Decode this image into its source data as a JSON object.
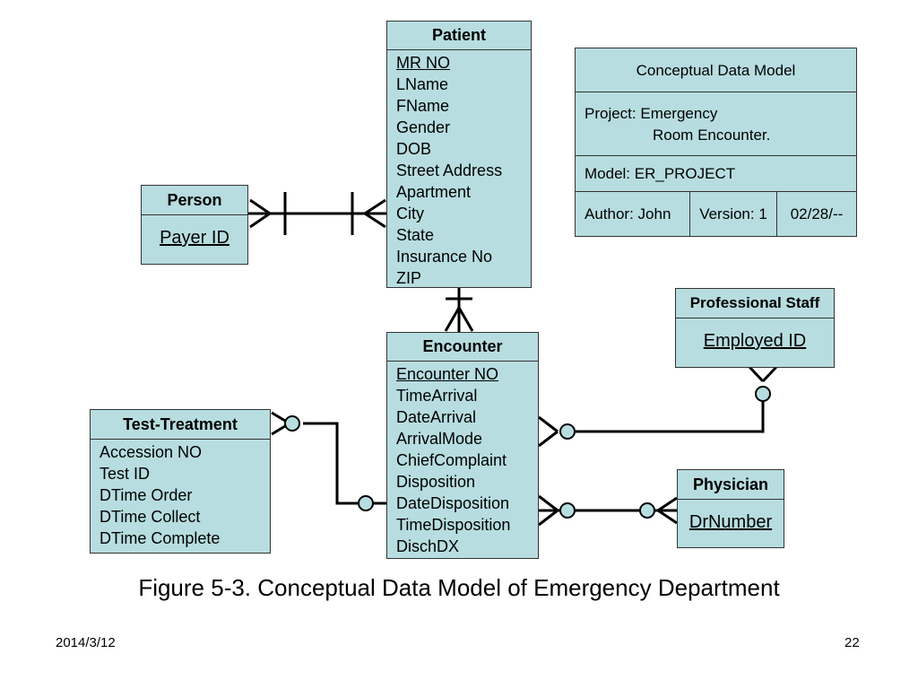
{
  "entities": {
    "patient": {
      "title": "Patient",
      "attributes": [
        "MR NO",
        "LName",
        "FName",
        "Gender",
        "DOB",
        "Street Address",
        "Apartment",
        "City",
        "State",
        "Insurance No",
        "ZIP"
      ]
    },
    "person": {
      "title": "Person",
      "attributes": [
        "Payer ID"
      ]
    },
    "encounter": {
      "title": "Encounter",
      "attributes": [
        "Encounter NO",
        "TimeArrival",
        "DateArrival",
        "ArrivalMode",
        "ChiefComplaint",
        "Disposition",
        "DateDisposition",
        "TimeDisposition",
        "DischDX"
      ]
    },
    "test_treatment": {
      "title": "Test-Treatment",
      "attributes": [
        "Accession NO",
        "Test ID",
        "DTime Order",
        "DTime Collect",
        "DTime Complete"
      ]
    },
    "professional_staff": {
      "title": "Professional Staff",
      "attributes": [
        "Employed ID"
      ]
    },
    "physician": {
      "title": "Physician",
      "attributes": [
        "DrNumber"
      ]
    }
  },
  "model_info": {
    "title": "Conceptual Data Model",
    "project_line1": "Project: Emergency",
    "project_line2": "Room Encounter.",
    "model": "Model: ER_PROJECT",
    "author": "Author: John",
    "version": "Version: 1",
    "date": "02/28/--"
  },
  "caption": "Figure 5-3. Conceptual Data Model of Emergency Department",
  "footer": {
    "date": "2014/3/12",
    "page": "22"
  },
  "colors": {
    "entity_fill": "#b7dde0",
    "circle_fill": "#b7dde0"
  }
}
